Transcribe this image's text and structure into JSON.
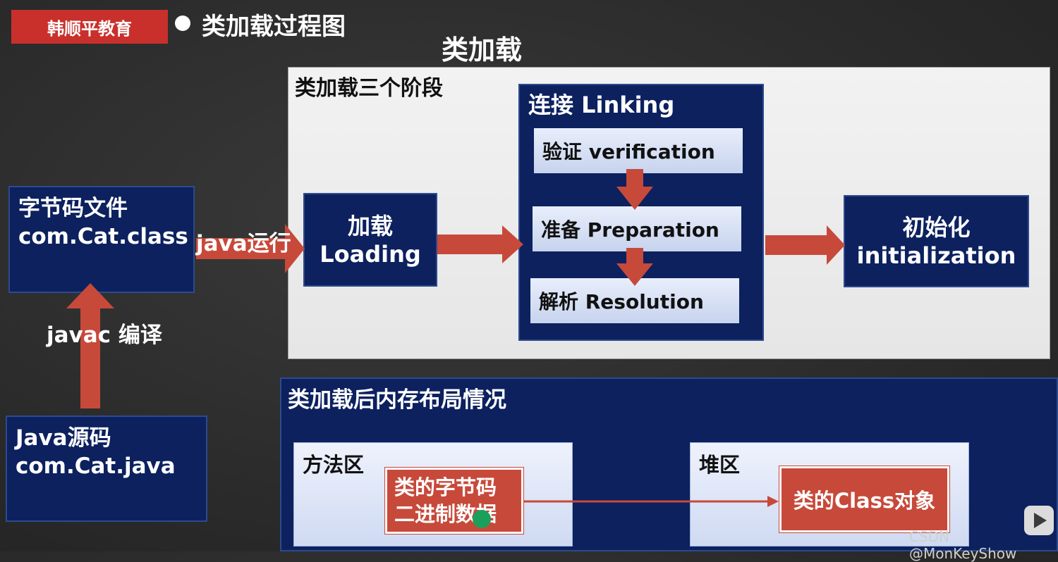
{
  "brand": "韩顺平教育",
  "heading": "类加载过程图",
  "main_title": "类加载",
  "stages_panel": {
    "title": "类加载三个阶段",
    "loading": {
      "line1": "加载",
      "line2": "Loading"
    },
    "linking": {
      "title": "连接 Linking",
      "verification": "验证 verification",
      "preparation": "准备 Preparation",
      "resolution": "解析 Resolution"
    },
    "initialization": {
      "line1": "初始化",
      "line2": "initialization"
    }
  },
  "bytecode_file": {
    "line1": "字节码文件",
    "line2": "com.Cat.class"
  },
  "java_source": {
    "line1": "Java源码",
    "line2": "com.Cat.java"
  },
  "labels": {
    "java_run": "java运行",
    "javac_compile": "javac 编译"
  },
  "memory_panel": {
    "title": "类加载后内存布局情况",
    "method_area": {
      "title": "方法区",
      "content_line1": "类的字节码",
      "content_line2": "二进制数据"
    },
    "heap_area": {
      "title": "堆区",
      "content": "类的Class对象"
    }
  },
  "watermark": "CSDN @MonKeyShow",
  "colors": {
    "navy": "#0c215e",
    "red": "#c7493a",
    "brand_red": "#c9302c",
    "light_blue": "#dde5f7"
  }
}
